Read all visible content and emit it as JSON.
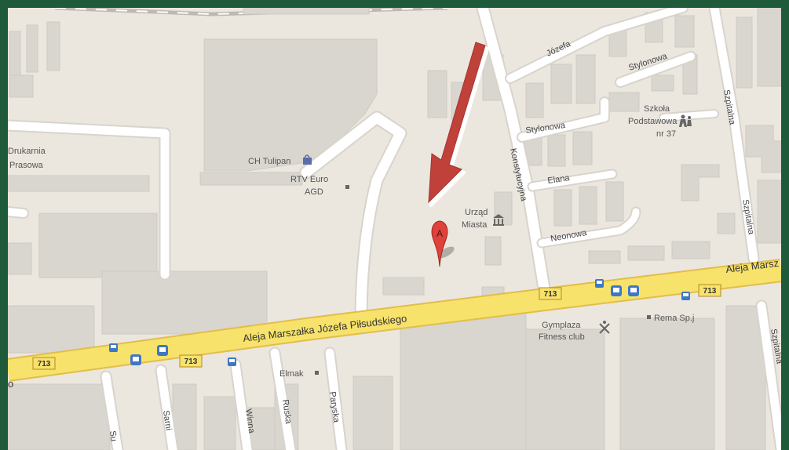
{
  "map": {
    "roads": {
      "main": "Aleja Marszałka Józefa Piłsudskiego",
      "main_right": "Aleja Marsz",
      "main_left_fragment": "o",
      "route_number": "713",
      "konstytucyjna": "Konstytucyjna",
      "jozefa": "Józefa",
      "stylonowa_top": "Stylonowa",
      "stylonowa_left": "Stylonowa",
      "elana": "Elana",
      "neonowa": "Neonowa",
      "szpitalna_top": "Szpitalna",
      "szpitalna_mid": "Szpitalna",
      "szpitalna_bottom": "Szpitalna",
      "paryska": "Paryska",
      "ruska": "Ruska",
      "winna": "Winna",
      "sarni": "Sarni",
      "su": "Su"
    },
    "places": {
      "drukarnia_line1": "Drukarnia",
      "drukarnia_line2": "Prasowa",
      "tulipan": "CH Tulipan",
      "rtv_line1": "RTV Euro",
      "rtv_line2": "AGD",
      "urzad_line1": "Urząd",
      "urzad_line2": "Miasta",
      "szkola_line1": "Szkoła",
      "szkola_line2": "Podstawowa",
      "szkola_line3": "nr 37",
      "gymplaza_line1": "Gymplaza",
      "gymplaza_line2": "Fitness club",
      "rema": "Rema Sp.j",
      "elmak": "Elmak"
    },
    "marker": {
      "letter": "A",
      "color": "#e0413a"
    },
    "arrow_color": "#c0413a",
    "colors": {
      "land": "#ebe7df",
      "building": "#d9d6cf",
      "road": "#ffffff",
      "highway": "#f7e26b",
      "highway_edge": "#e2bd4a",
      "frame": "#1f5a3a"
    }
  }
}
